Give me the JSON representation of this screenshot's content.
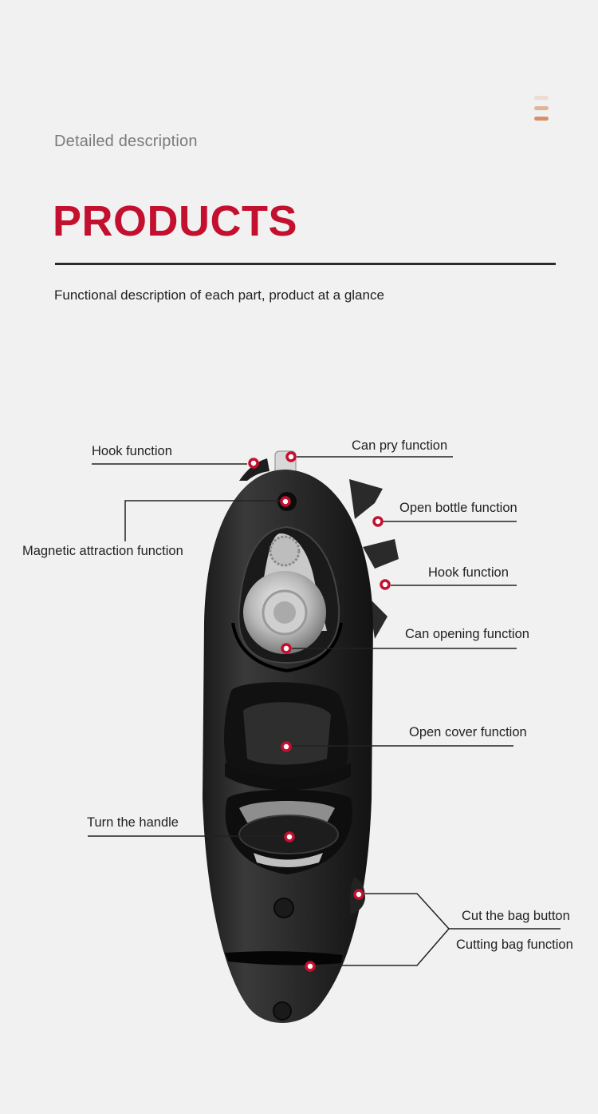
{
  "header": {
    "small_title": "Detailed description",
    "title": "PRODUCTS",
    "tagline": "Functional description of each part, product at a glance",
    "accent_color": "#c4102f",
    "deco_bar_colors": [
      "#ecdcd4",
      "#e0b598",
      "#d98f6a"
    ]
  },
  "diagram": {
    "product": "can opener",
    "callouts": [
      {
        "label": "Hook function"
      },
      {
        "label": "Can pry function"
      },
      {
        "label": "Magnetic attraction function"
      },
      {
        "label": "Open bottle function"
      },
      {
        "label": "Hook function"
      },
      {
        "label": "Can opening function"
      },
      {
        "label": "Open cover function"
      },
      {
        "label": "Turn the handle"
      },
      {
        "label": "Cut the bag button"
      },
      {
        "label": "Cutting bag function"
      }
    ],
    "marker_color": "#c4102f"
  }
}
